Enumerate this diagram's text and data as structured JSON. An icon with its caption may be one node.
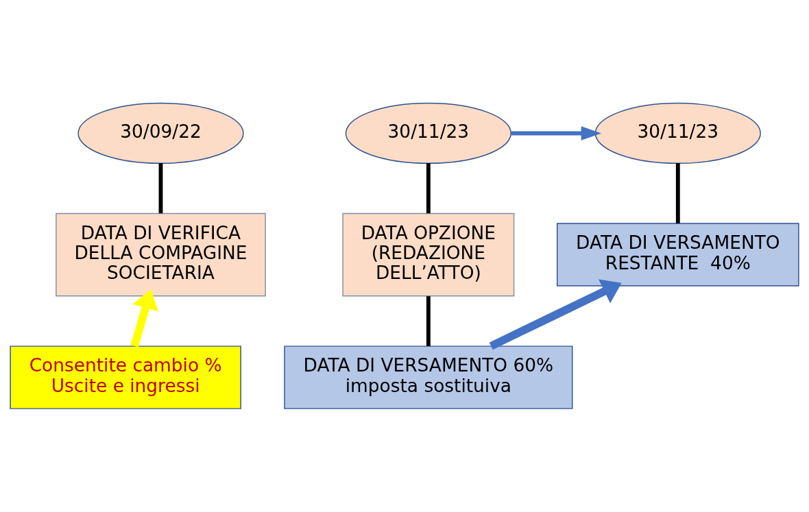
{
  "diagram": {
    "nodes": [
      {
        "text": [
          "30/09/22"
        ]
      },
      {
        "text": [
          "30/11/23"
        ]
      },
      {
        "text": [
          "30/11/23"
        ]
      },
      {
        "text": [
          "DATA DI VERIFICA DELLA COMPAGINE SOCIETARIA"
        ]
      },
      {
        "text": [
          "DATA OPZIONE (REDAZIONE DELL’ATTO)"
        ]
      },
      {
        "text": [
          "DATA DI VERSAMENTO RESTANTE  40%"
        ]
      },
      {
        "text": [
          "DATA DI VERSAMENTO 60%",
          "imposta sostituiva"
        ]
      },
      {
        "text": [
          "Consentite cambio % Uscite e ingressi"
        ]
      }
    ],
    "edges": [
      {
        "from": 0,
        "to": 3,
        "arrow": "none"
      },
      {
        "from": 1,
        "to": 4,
        "arrow": "none"
      },
      {
        "from": 4,
        "to": 6,
        "arrow": "none"
      },
      {
        "from": 2,
        "to": 5,
        "arrow": "none"
      },
      {
        "from": 1,
        "to": 2,
        "arrow": "to",
        "color": "#4472c4"
      },
      {
        "from": 6,
        "to": 5,
        "arrow": "to",
        "style": "thick",
        "color": "#4472c4"
      },
      {
        "from": 7,
        "to": 3,
        "arrow": "to",
        "style": "thick",
        "color": "#ffff00"
      }
    ]
  }
}
